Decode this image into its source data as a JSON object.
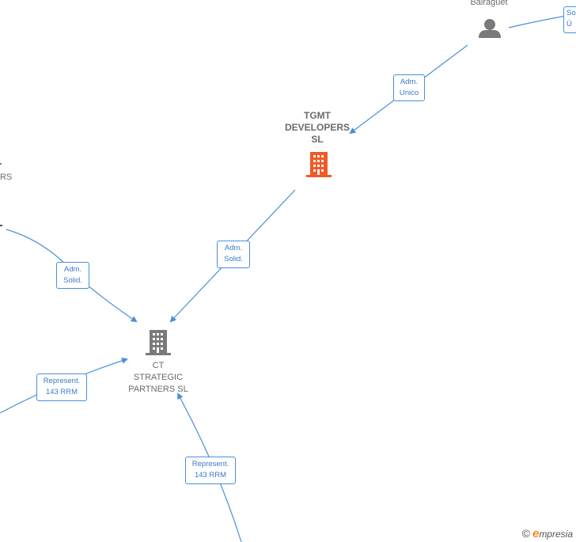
{
  "colors": {
    "edge": "#4a90d9",
    "person_icon": "#7a7a7a",
    "company_main": "#f05a28",
    "company": "#7a7a7a"
  },
  "nodes": {
    "person_top": {
      "label": "Bairaguet",
      "icon": "person-icon"
    },
    "tgmt": {
      "label": "TGMT\nDEVELOPERS\nSL",
      "icon": "building-icon"
    },
    "ct": {
      "label": "CT\nSTRATEGIC\nPARTNERS  SL",
      "icon": "building-icon"
    },
    "partial_left": {
      "label": "RS"
    },
    "partial_top_right": {
      "label": "So\nÚ"
    }
  },
  "edges": {
    "adm_unico": "Adm.\nUnico",
    "adm_solid_1": "Adm.\nSolid.",
    "adm_solid_2": "Adm.\nSolid.",
    "represent_1": "Represent.\n143 RRM",
    "represent_2": "Represent.\n143 RRM"
  },
  "brand": {
    "copyright": "©",
    "name_initial": "e",
    "name_rest": "mpresia"
  }
}
